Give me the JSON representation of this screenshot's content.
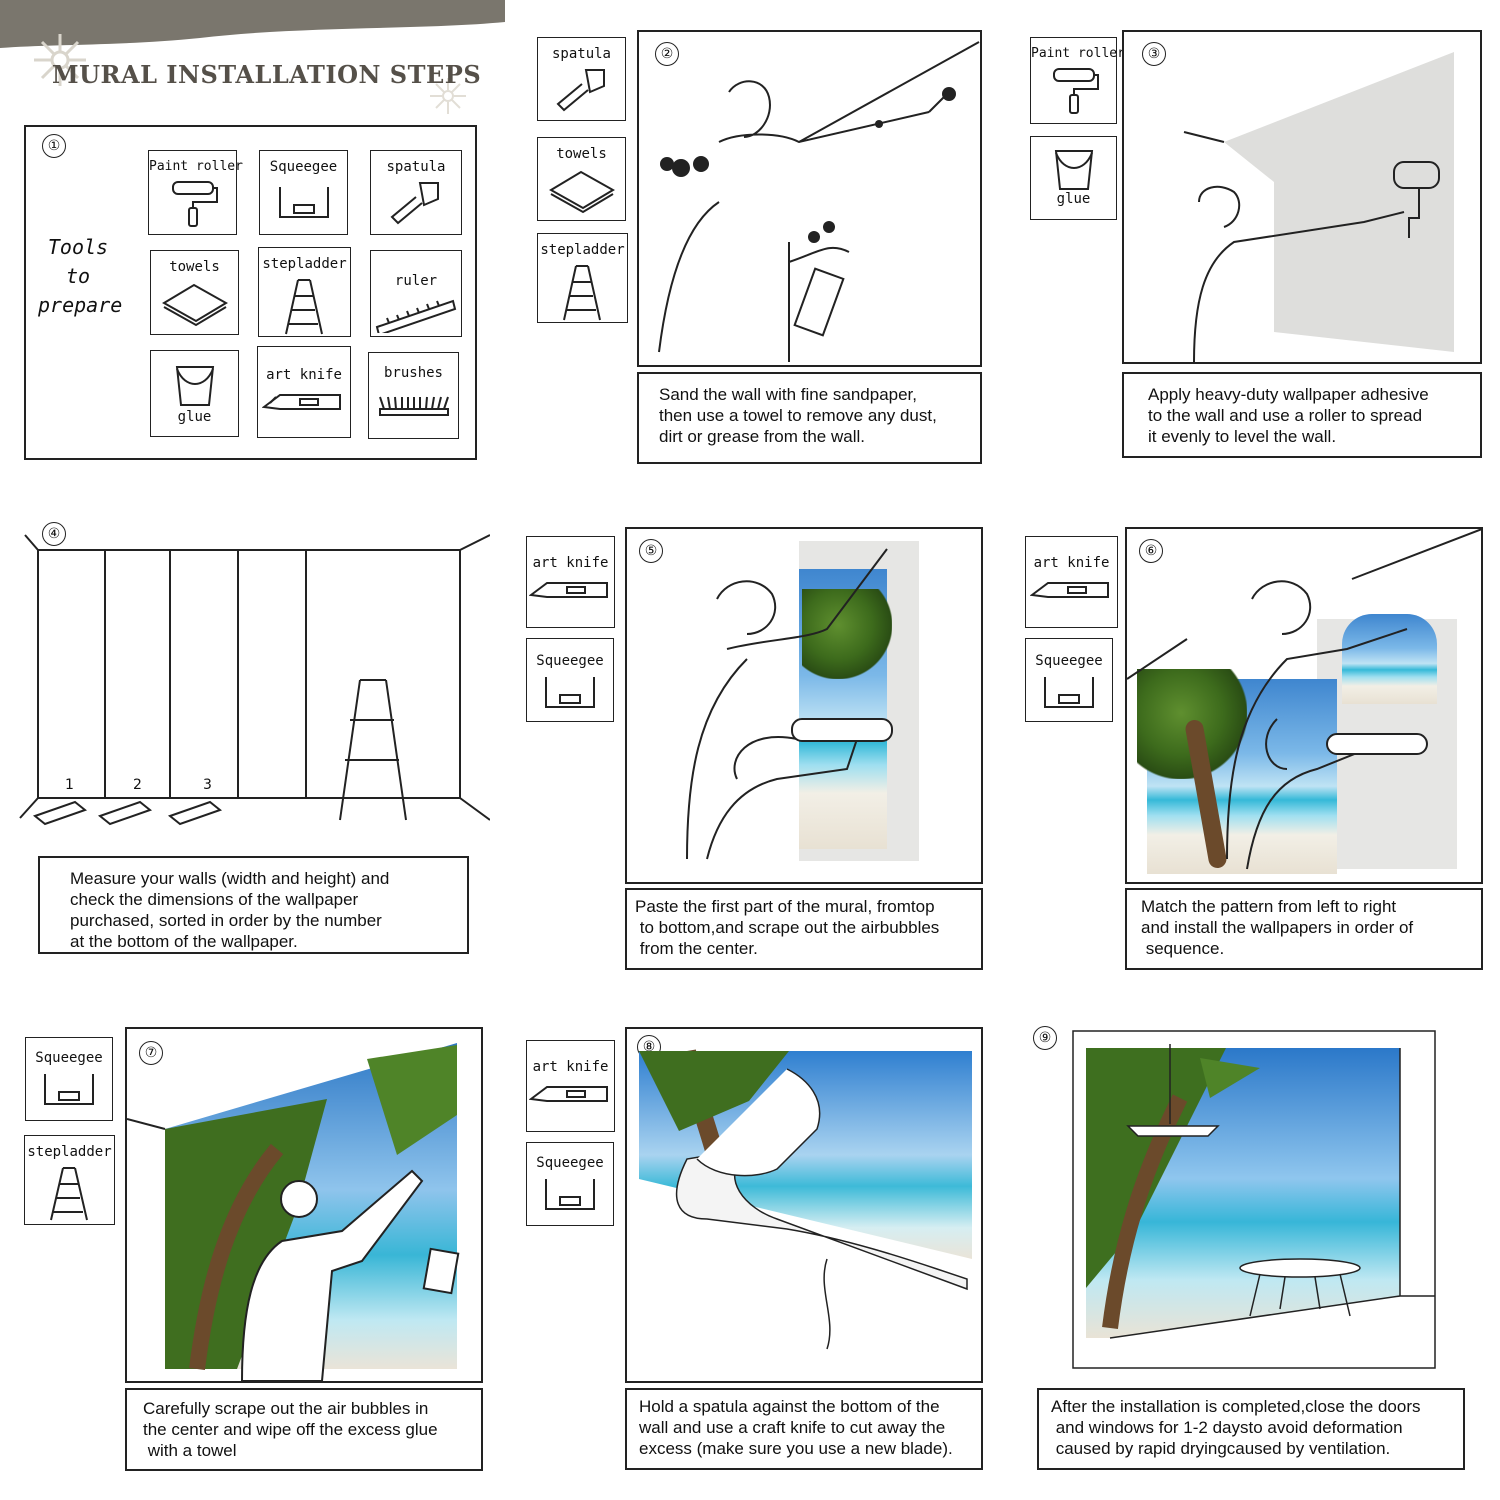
{
  "header": {
    "title": "MURAL INSTALLATION STEPS",
    "band_color": "#7a766d"
  },
  "step1": {
    "number": "①",
    "heading_lines": [
      "Tools",
      "to",
      "prepare"
    ],
    "tools": [
      {
        "label": "Paint roller",
        "icon": "paint-roller-icon"
      },
      {
        "label": "Squeegee",
        "icon": "squeegee-icon"
      },
      {
        "label": "spatula",
        "icon": "spatula-icon"
      },
      {
        "label": "towels",
        "icon": "towels-icon"
      },
      {
        "label": "stepladder",
        "icon": "stepladder-icon"
      },
      {
        "label": "ruler",
        "icon": "ruler-icon"
      },
      {
        "label": "glue",
        "icon": "glue-bucket-icon"
      },
      {
        "label": "art knife",
        "icon": "art-knife-icon"
      },
      {
        "label": "brushes",
        "icon": "brush-icon"
      }
    ]
  },
  "step2": {
    "number": "②",
    "tools": [
      {
        "label": "spatula",
        "icon": "spatula-icon"
      },
      {
        "label": "towels",
        "icon": "towels-icon"
      },
      {
        "label": "stepladder",
        "icon": "stepladder-icon"
      }
    ],
    "caption": [
      "Sand the wall with fine sandpaper,",
      "then use a towel to remove any dust,",
      "dirt or grease from the wall."
    ]
  },
  "step3": {
    "number": "③",
    "tools": [
      {
        "label": "Paint roller",
        "icon": "paint-roller-icon"
      },
      {
        "label": "glue",
        "icon": "glue-bucket-icon"
      }
    ],
    "caption": [
      "Apply heavy-duty wallpaper adhesive",
      "to the wall and use a roller to spread",
      "it evenly to level the wall."
    ]
  },
  "step4": {
    "number": "④",
    "panel_numbers": [
      "1",
      "2",
      "3"
    ],
    "caption": [
      "Measure your walls (width and height) and",
      "check the dimensions of the wallpaper",
      "purchased, sorted in order by the number",
      "at the bottom of the wallpaper."
    ]
  },
  "step5": {
    "number": "⑤",
    "tools": [
      {
        "label": "art knife",
        "icon": "art-knife-icon"
      },
      {
        "label": "Squeegee",
        "icon": "squeegee-icon"
      }
    ],
    "caption": [
      "Paste the first part of the mural, fromtop",
      " to bottom,and scrape out the airbubbles",
      " from the center."
    ]
  },
  "step6": {
    "number": "⑥",
    "tools": [
      {
        "label": "art knife",
        "icon": "art-knife-icon"
      },
      {
        "label": "Squeegee",
        "icon": "squeegee-icon"
      }
    ],
    "caption": [
      "Match the pattern from left to right",
      "and install the wallpapers in order of",
      " sequence."
    ]
  },
  "step7": {
    "number": "⑦",
    "tools": [
      {
        "label": "Squeegee",
        "icon": "squeegee-icon"
      },
      {
        "label": "stepladder",
        "icon": "stepladder-icon"
      }
    ],
    "caption": [
      "Carefully scrape out the air bubbles in",
      "the center and wipe off the excess glue",
      " with a towel"
    ]
  },
  "step8": {
    "number": "⑧",
    "tools": [
      {
        "label": "art knife",
        "icon": "art-knife-icon"
      },
      {
        "label": "Squeegee",
        "icon": "squeegee-icon"
      }
    ],
    "caption": [
      "Hold a spatula against the bottom of the",
      "wall and use a craft knife to cut away the",
      "excess (make sure you use a new blade)."
    ]
  },
  "step9": {
    "number": "⑨",
    "caption": [
      "After the installation is completed,close the doors",
      " and windows for 1-2 daysto avoid deformation",
      " caused by rapid dryingcaused by ventilation."
    ]
  }
}
